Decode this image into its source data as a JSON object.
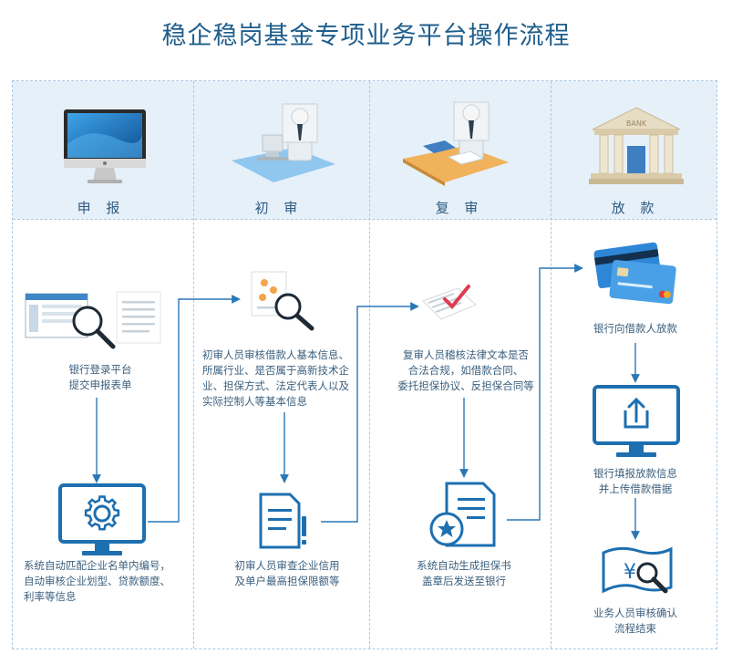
{
  "title": "稳企稳岗基金专项业务平台操作流程",
  "stages": [
    {
      "label": "申 报"
    },
    {
      "label": "初 审"
    },
    {
      "label": "复 审"
    },
    {
      "label": "放 款"
    }
  ],
  "steps": {
    "s1": "银行登录平台\n提交申报表单",
    "s2": "系统自动匹配企业名单内编号，\n自动审核企业划型、贷款额度、\n利率等信息",
    "s3": "初审人员审核借款人基本信息、\n所属行业、是否属于高新技术企\n业、担保方式、法定代表人以及\n实际控制人等基本信息",
    "s4": "初审人员审查企业信用\n及单户最高担保限额等",
    "s5": "复审人员稽核法律文本是否\n合法合规，如借款合同、\n委托担保协议、反担保合同等",
    "s6": "系统自动生成担保书\n盖章后发送至银行",
    "s7": "银行向借款人放款",
    "s8": "银行填报放款信息\n并上传借款借据",
    "s9": "业务人员审核确认\n流程结束"
  },
  "bank_sign": "BANK",
  "currency_symbol": "¥",
  "colors": {
    "title": "#1f5e8c",
    "flow_line": "#2a77b5",
    "icon_blue": "#1d6fb0",
    "header_band": "#e6f0f9",
    "dashed": "#a9c9e4"
  }
}
